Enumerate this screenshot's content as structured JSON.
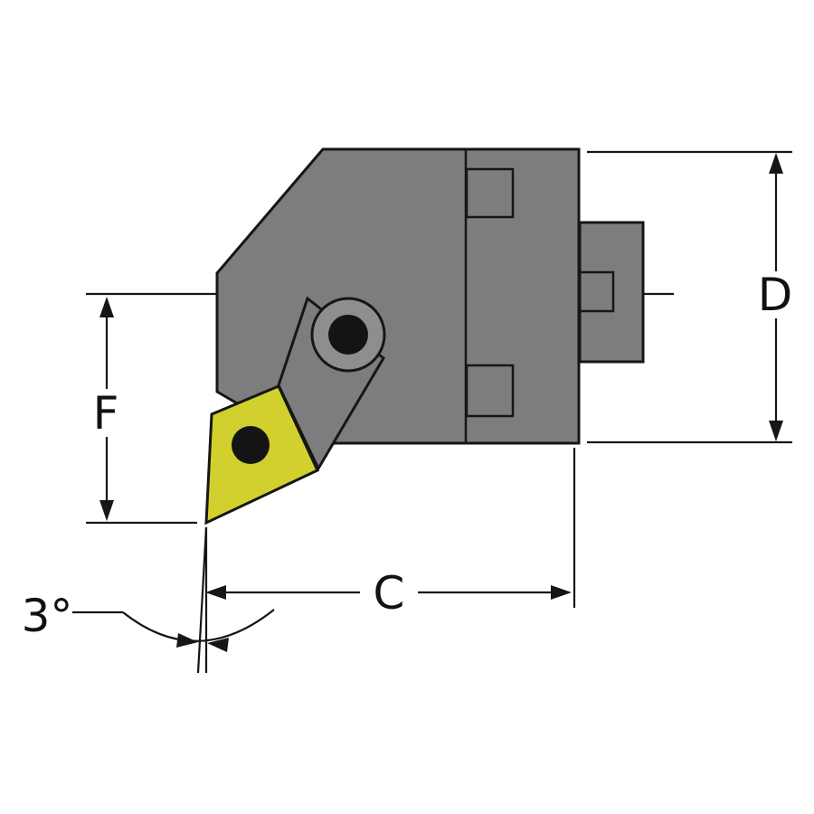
{
  "figure": {
    "type": "technical-drawing",
    "subject": "Modular turning tool cutting head with 35-degree diamond insert and dimension callouts",
    "dimension_labels": {
      "d": "D",
      "f": "F",
      "c": "C"
    },
    "angle_label": "3°",
    "colors": {
      "background": "#ffffff",
      "body": "#7d7d7d",
      "washer": "#8e8e8e",
      "insert": "#d2d02e",
      "screw": "#141414",
      "line": "#161616"
    }
  }
}
